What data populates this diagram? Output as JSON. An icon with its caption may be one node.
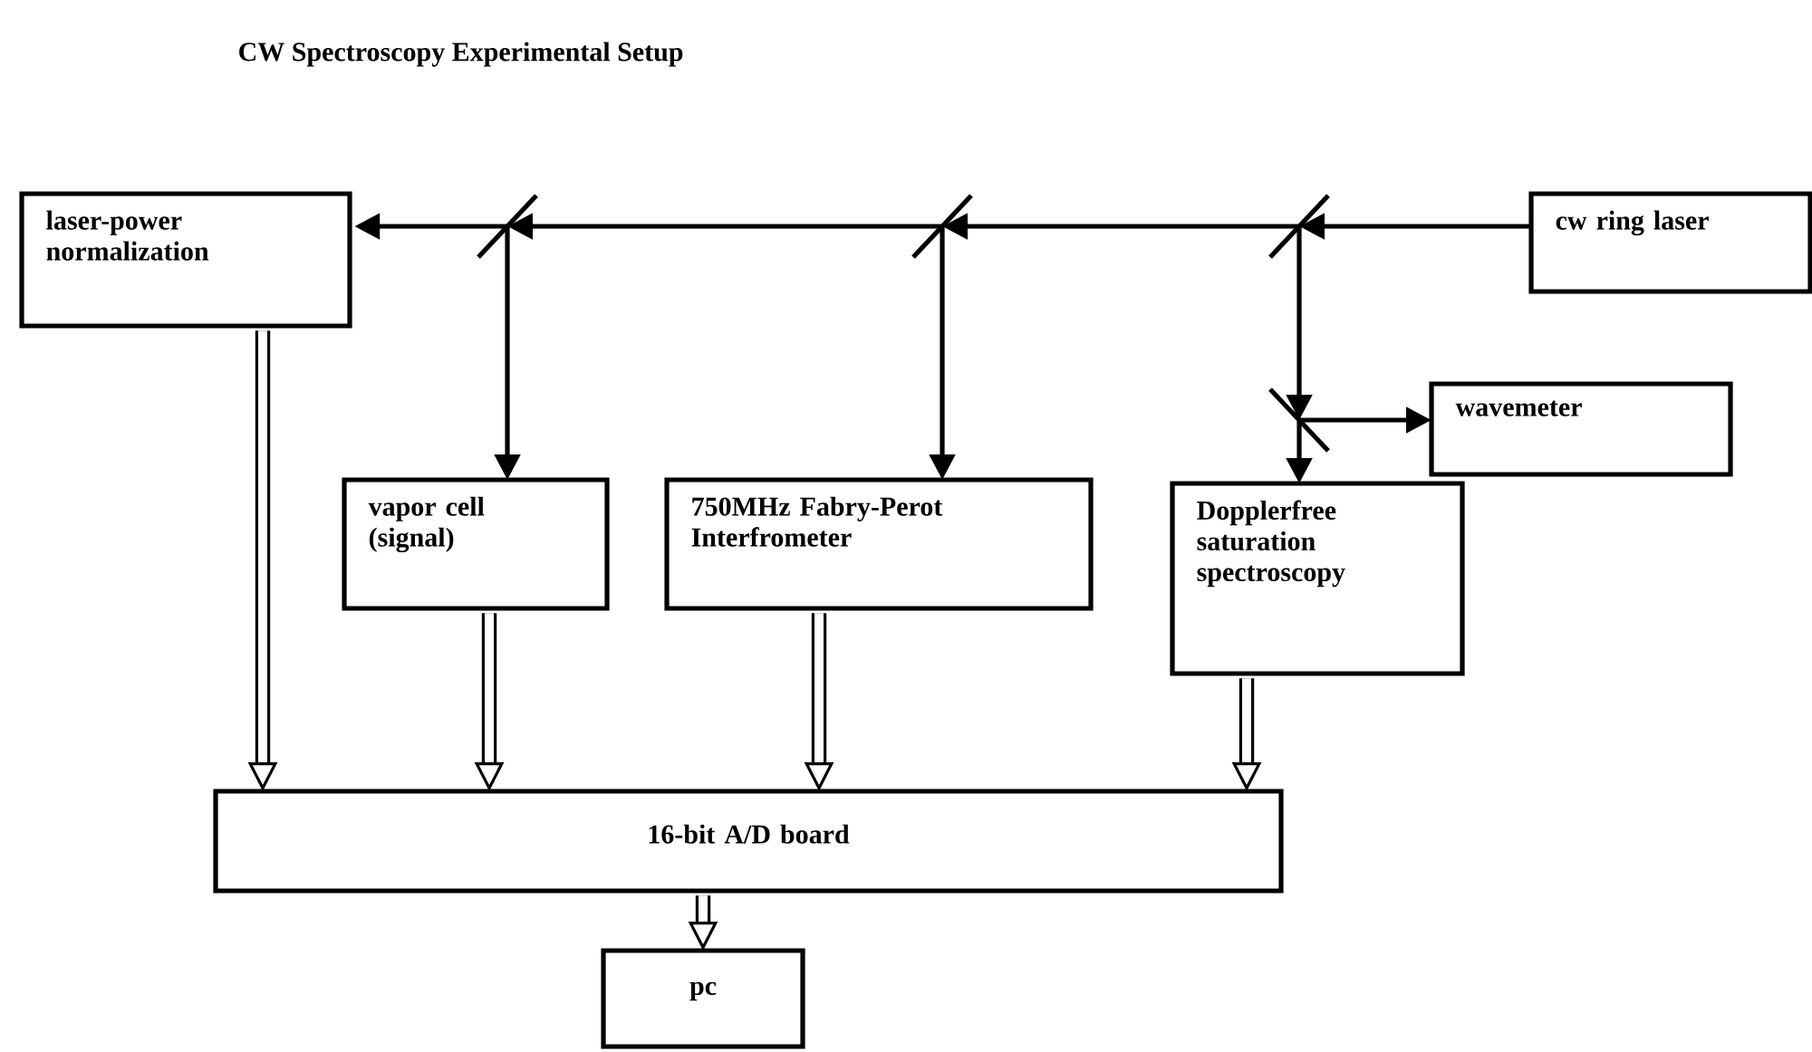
{
  "diagram": {
    "title": "CW Spectroscopy Experimental Setup",
    "nodes": [
      {
        "text": [
          "laser-power normalization"
        ]
      },
      {
        "text": [
          "cw ring laser"
        ]
      },
      {
        "text": [],
        "shape": "mirror"
      },
      {
        "text": [],
        "shape": "mirror"
      },
      {
        "text": [],
        "shape": "mirror"
      },
      {
        "text": [],
        "shape": "mirror"
      },
      {
        "text": [
          "wavemeter"
        ]
      },
      {
        "text": [
          "vapor cell (signal)"
        ]
      },
      {
        "text": [
          "750MHz Fabry-Perot Interfrometer"
        ]
      },
      {
        "text": [
          "Dopplerfree saturation spectroscopy"
        ]
      },
      {
        "text": [
          "16-bit A/D board"
        ]
      },
      {
        "text": [
          "pc"
        ]
      }
    ],
    "edges": [
      {
        "from": 1,
        "to": 4,
        "arrow": "to"
      },
      {
        "from": 4,
        "to": 3,
        "arrow": "to"
      },
      {
        "from": 3,
        "to": 2,
        "arrow": "to"
      },
      {
        "from": 2,
        "to": 0,
        "arrow": "to"
      },
      {
        "from": 2,
        "to": 7,
        "arrow": "to"
      },
      {
        "from": 3,
        "to": 8,
        "arrow": "to"
      },
      {
        "from": 4,
        "to": 5,
        "arrow": "to"
      },
      {
        "from": 5,
        "to": 6,
        "arrow": "to"
      },
      {
        "from": 5,
        "to": 9,
        "arrow": "to"
      },
      {
        "from": 0,
        "to": 10,
        "arrow": "to",
        "style": "thick"
      },
      {
        "from": 7,
        "to": 10,
        "arrow": "to",
        "style": "thick"
      },
      {
        "from": 8,
        "to": 10,
        "arrow": "to",
        "style": "thick"
      },
      {
        "from": 9,
        "to": 10,
        "arrow": "to",
        "style": "thick"
      },
      {
        "from": 10,
        "to": 11,
        "arrow": "to",
        "style": "thick"
      }
    ]
  }
}
